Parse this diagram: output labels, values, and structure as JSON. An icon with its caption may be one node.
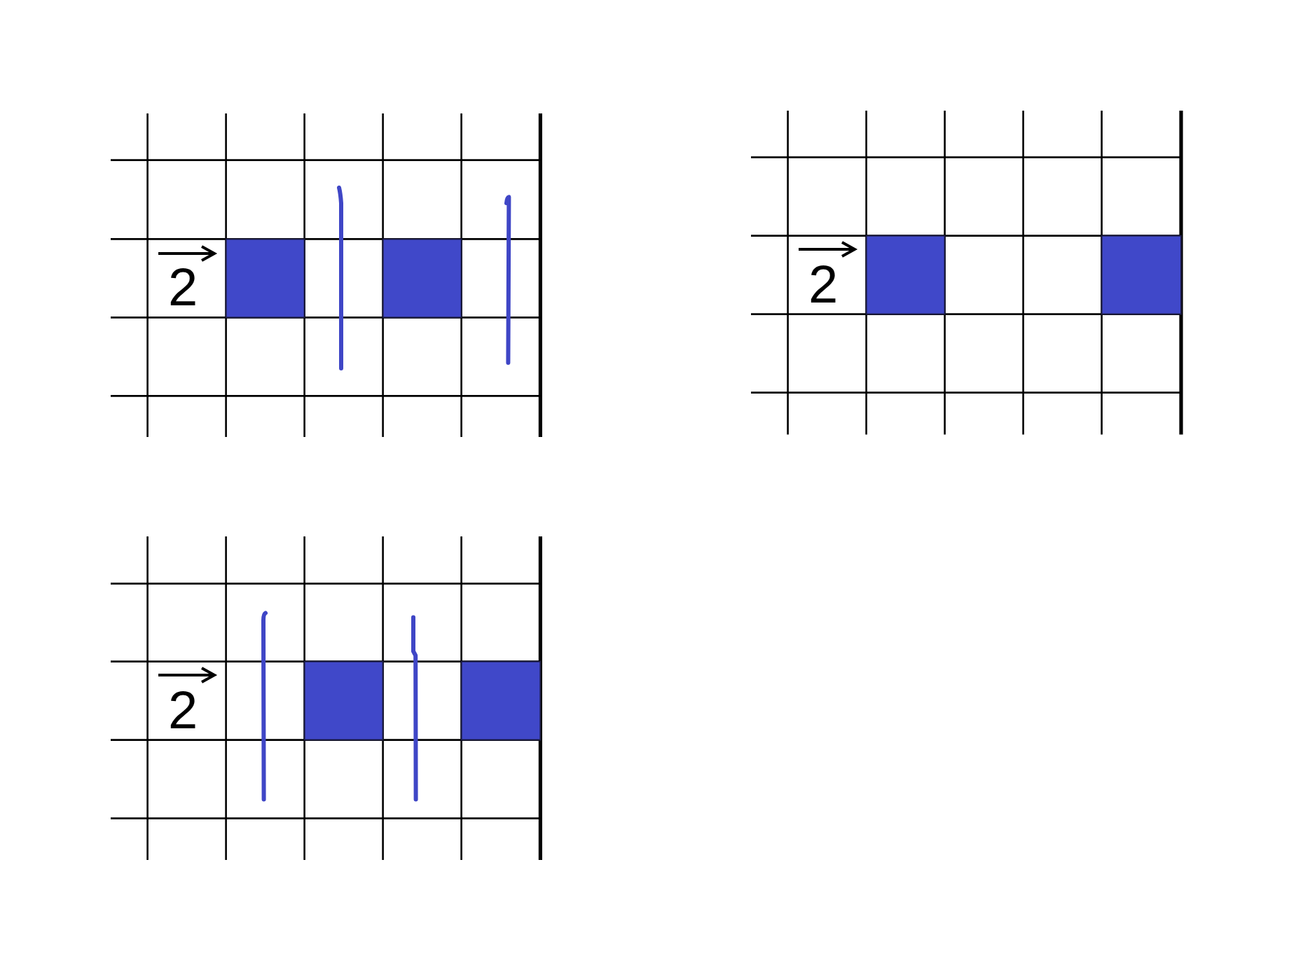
{
  "diagram": {
    "labels": [
      "2",
      "2",
      "2"
    ]
  }
}
